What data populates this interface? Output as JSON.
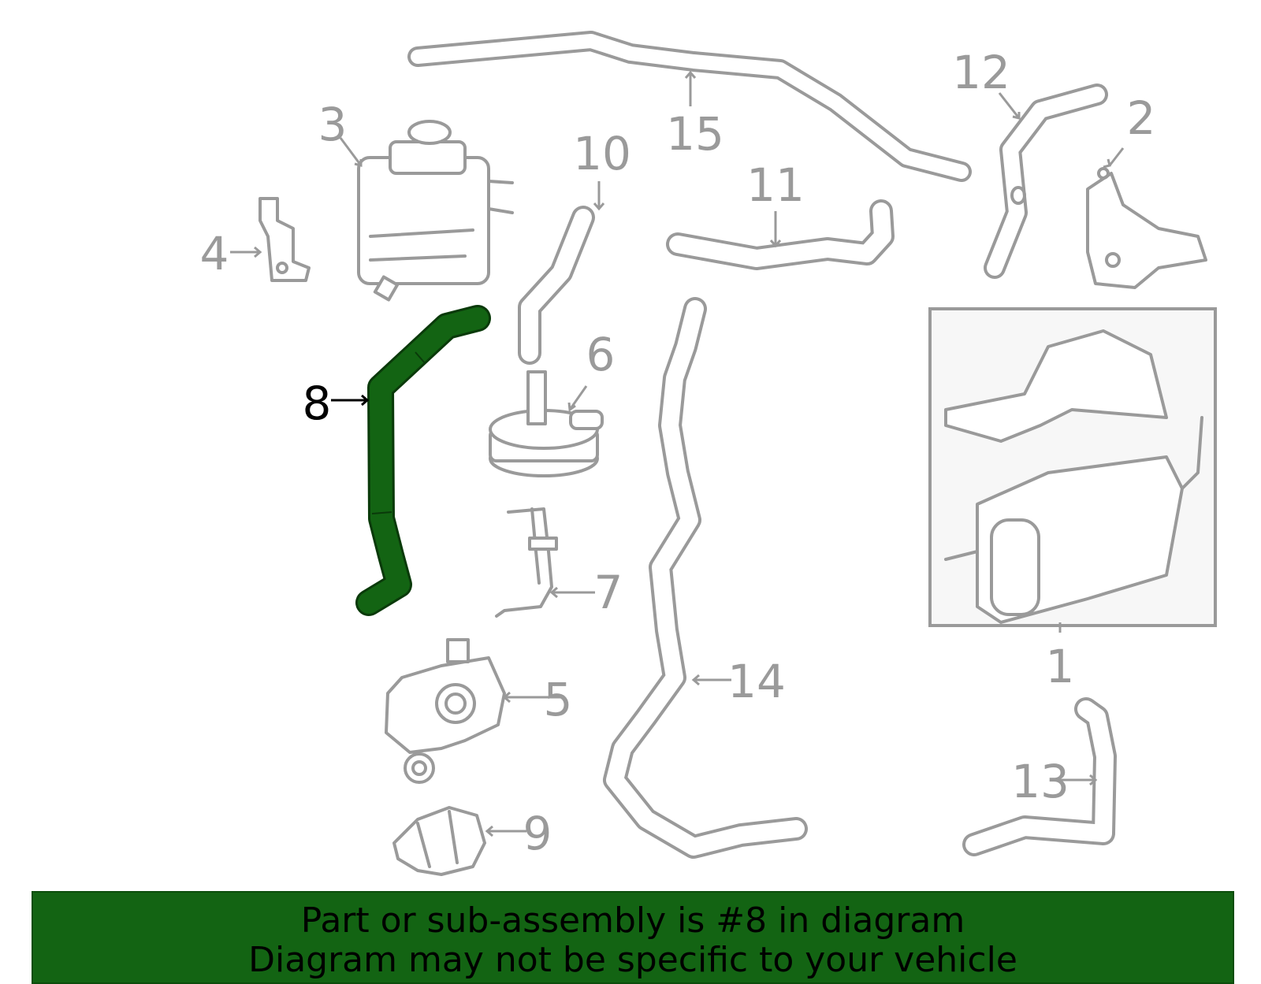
{
  "colors": {
    "highlight": "#136413",
    "highlight_dark": "#0a3a0a",
    "part_gray": "#9a9a9a",
    "banner_bg": "#136413"
  },
  "callouts": [
    {
      "id": "1",
      "label": "1"
    },
    {
      "id": "2",
      "label": "2"
    },
    {
      "id": "3",
      "label": "3"
    },
    {
      "id": "4",
      "label": "4"
    },
    {
      "id": "5",
      "label": "5"
    },
    {
      "id": "6",
      "label": "6"
    },
    {
      "id": "7",
      "label": "7"
    },
    {
      "id": "8",
      "label": "8",
      "highlighted": true
    },
    {
      "id": "9",
      "label": "9"
    },
    {
      "id": "10",
      "label": "10"
    },
    {
      "id": "11",
      "label": "11"
    },
    {
      "id": "12",
      "label": "12"
    },
    {
      "id": "13",
      "label": "13"
    },
    {
      "id": "14",
      "label": "14"
    },
    {
      "id": "15",
      "label": "15"
    }
  ],
  "banner": {
    "line1": "Part or sub-assembly is #8 in diagram",
    "line2": "Diagram may not be specific to your vehicle"
  }
}
